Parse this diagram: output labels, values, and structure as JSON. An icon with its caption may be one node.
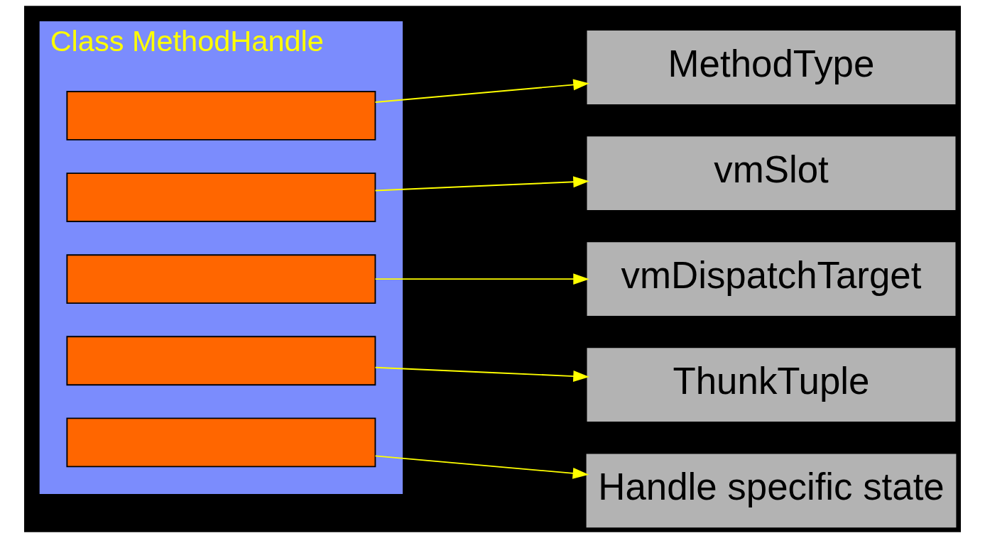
{
  "diagram": {
    "nodes": [
      {
        "text": [
          "Class MethodHandle"
        ]
      },
      {
        "text": [],
        "shape": "box",
        "in": 0
      },
      {
        "text": [],
        "shape": "box",
        "in": 0
      },
      {
        "text": [],
        "shape": "box",
        "in": 0
      },
      {
        "text": [],
        "shape": "box",
        "in": 0
      },
      {
        "text": [],
        "shape": "box",
        "in": 0
      },
      {
        "text": [
          "MethodType"
        ]
      },
      {
        "text": [
          "vmSlot"
        ]
      },
      {
        "text": [
          "vmDispatchTarget"
        ]
      },
      {
        "text": [
          "ThunkTuple"
        ]
      },
      {
        "text": [
          "Handle specific state"
        ]
      }
    ],
    "edges": [
      {
        "from": 1,
        "to": 6,
        "arrow": "to"
      },
      {
        "from": 2,
        "to": 7,
        "arrow": "to"
      },
      {
        "from": 3,
        "to": 8,
        "arrow": "to"
      },
      {
        "from": 4,
        "to": 9,
        "arrow": "to"
      },
      {
        "from": 5,
        "to": 10,
        "arrow": "to"
      }
    ]
  }
}
